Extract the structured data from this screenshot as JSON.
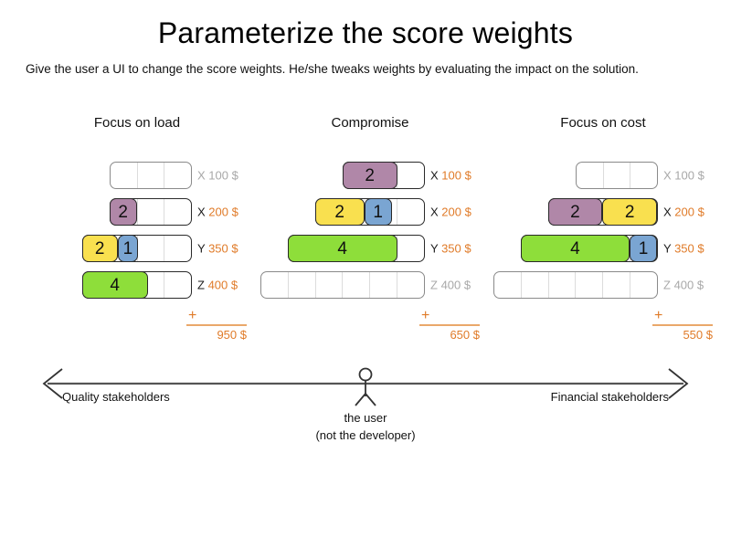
{
  "slide": {
    "title": "Parameterize the score weights",
    "subtitle": "Give the user a UI to change the score weights. He/she tweaks weights by evaluating the impact on the solution."
  },
  "colors": {
    "purple": "#b087a8",
    "yellow": "#f9e04f",
    "green": "#8ede3a",
    "blue": "#7aa5d2",
    "orange": "#e07b29",
    "muted": "#a8a8a8",
    "outline": "#2a2a2a",
    "track_outline": "#8a8a8a"
  },
  "columns": [
    {
      "title": "Focus on load",
      "total_plus": "+",
      "total_value": "950 $",
      "rows": [
        {
          "letter": "X",
          "amount": "100 $",
          "muted": true,
          "segments": 3,
          "chips": []
        },
        {
          "letter": "X",
          "amount": "200 $",
          "muted": false,
          "segments": 3,
          "chips": [
            {
              "value": "2",
              "color": "purple",
              "weight": 1
            }
          ]
        },
        {
          "letter": "Y",
          "amount": "350 $",
          "muted": false,
          "segments": 4,
          "chips": [
            {
              "value": "2",
              "color": "yellow",
              "weight": 1.3
            },
            {
              "value": "1",
              "color": "blue",
              "weight": 0.75
            }
          ]
        },
        {
          "letter": "Z",
          "amount": "400 $",
          "muted": false,
          "segments": 4,
          "chips": [
            {
              "value": "4",
              "color": "green",
              "weight": 2.4
            }
          ]
        }
      ]
    },
    {
      "title": "Compromise",
      "total_plus": "+",
      "total_value": "650 $",
      "rows": [
        {
          "letter": "X",
          "amount": "100 $",
          "muted": false,
          "segments": 3,
          "chips": [
            {
              "value": "2",
              "color": "purple",
              "weight": 2
            }
          ]
        },
        {
          "letter": "X",
          "amount": "200 $",
          "muted": false,
          "segments": 4,
          "chips": [
            {
              "value": "2",
              "color": "yellow",
              "weight": 1.8
            },
            {
              "value": "1",
              "color": "blue",
              "weight": 1
            }
          ]
        },
        {
          "letter": "Y",
          "amount": "350 $",
          "muted": false,
          "segments": 5,
          "chips": [
            {
              "value": "4",
              "color": "green",
              "weight": 4
            }
          ]
        },
        {
          "letter": "Z",
          "amount": "400 $",
          "muted": true,
          "segments": 6,
          "chips": []
        }
      ]
    },
    {
      "title": "Focus on cost",
      "total_plus": "+",
      "total_value": "550 $",
      "rows": [
        {
          "letter": "X",
          "amount": "100 $",
          "muted": true,
          "segments": 3,
          "chips": []
        },
        {
          "letter": "X",
          "amount": "200 $",
          "muted": false,
          "segments": 4,
          "chips": [
            {
              "value": "2",
              "color": "purple",
              "weight": 2
            },
            {
              "value": "2",
              "color": "yellow",
              "weight": 2
            }
          ]
        },
        {
          "letter": "Y",
          "amount": "350 $",
          "muted": false,
          "segments": 5,
          "chips": [
            {
              "value": "4",
              "color": "green",
              "weight": 4
            },
            {
              "value": "1",
              "color": "blue",
              "weight": 1
            }
          ]
        },
        {
          "letter": "Z",
          "amount": "400 $",
          "muted": true,
          "segments": 6,
          "chips": []
        }
      ]
    }
  ],
  "axis": {
    "left_label": "Quality stakeholders",
    "right_label": "Financial stakeholders",
    "user_caption_line1": "the user",
    "user_caption_line2": "(not the developer)"
  }
}
